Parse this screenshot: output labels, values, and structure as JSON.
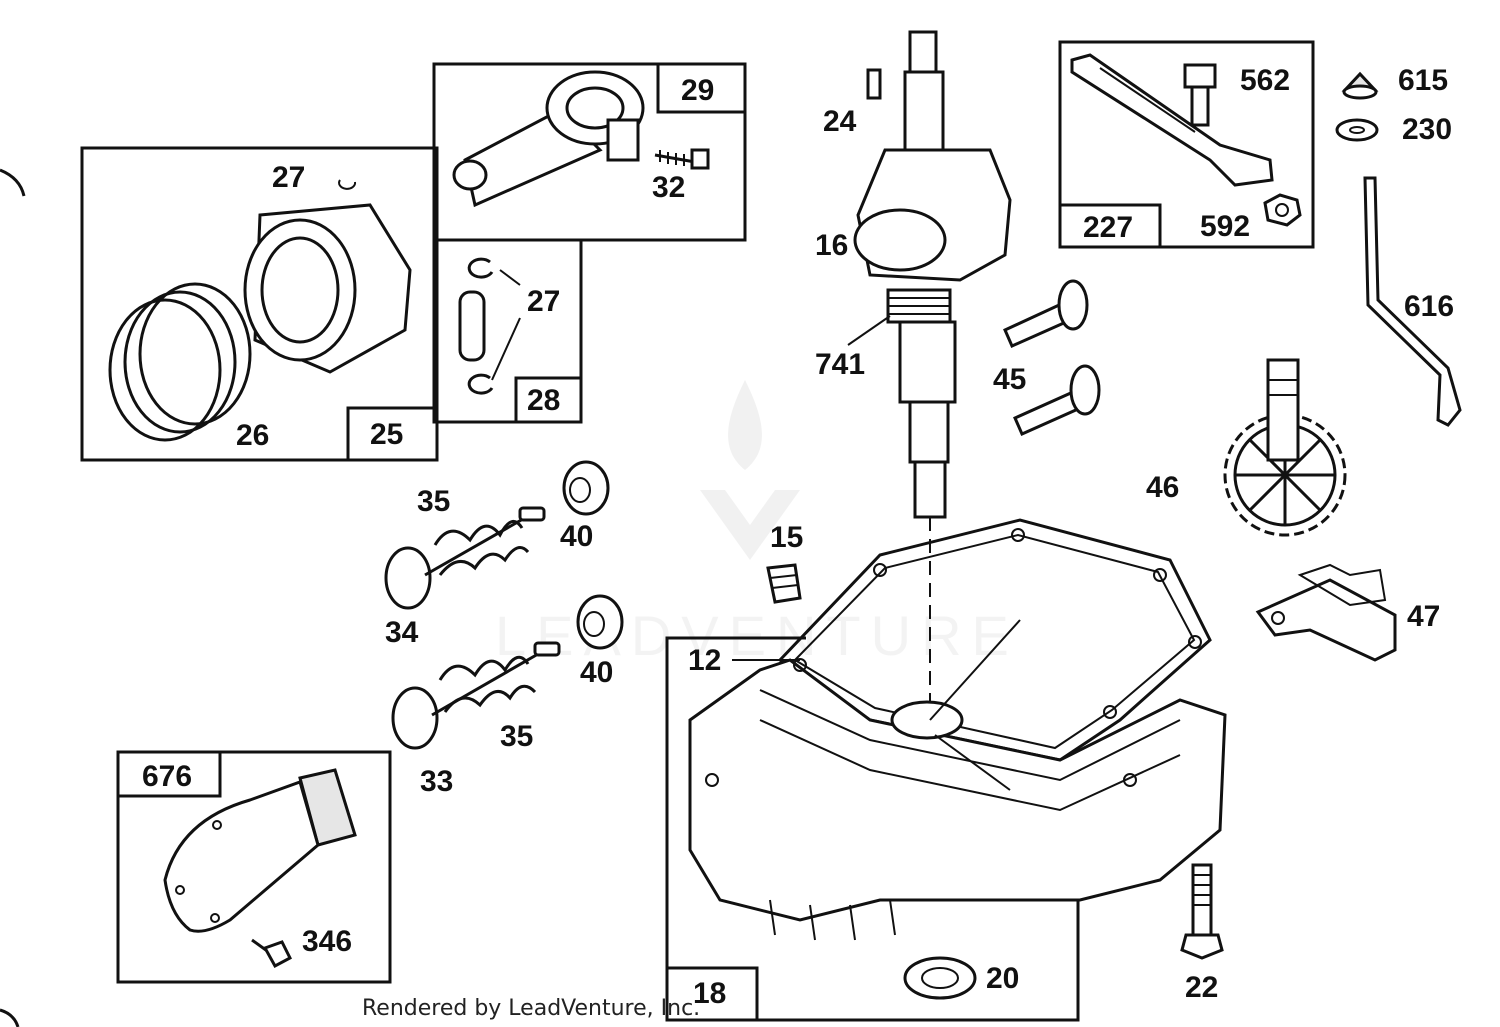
{
  "labels": {
    "l27a": "27",
    "l32": "32",
    "l26": "26",
    "l27b": "27",
    "l24": "24",
    "l16": "16",
    "l741": "741",
    "l45": "45",
    "l562": "562",
    "l592": "592",
    "l615": "615",
    "l230": "230",
    "l616": "616",
    "l46": "46",
    "l47": "47",
    "l35a": "35",
    "l40a": "40",
    "l34": "34",
    "l40b": "40",
    "l35b": "35",
    "l33": "33",
    "l15": "15",
    "l12": "12",
    "l20": "20",
    "l22": "22",
    "l346": "346"
  },
  "boxes": {
    "b29": "29",
    "b25": "25",
    "b28": "28",
    "b227": "227",
    "b676": "676",
    "b18": "18"
  },
  "footer": "Rendered by LeadVenture, Inc.",
  "watermark": "LEADVENTURE",
  "colors": {
    "ink": "#111111",
    "watermark": "#e8e8e8",
    "background": "#ffffff"
  }
}
